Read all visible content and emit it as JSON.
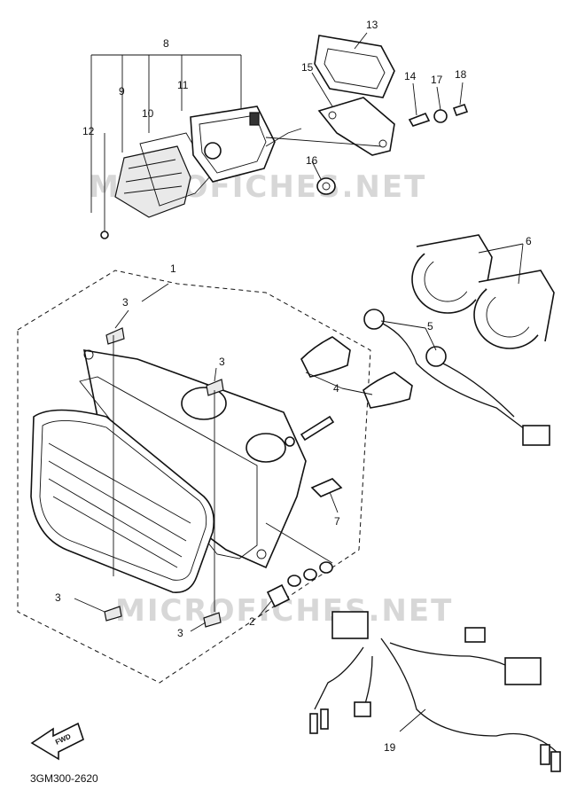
{
  "watermark": "MICROFICHES.NET",
  "diagram_code": "3GM300-2620",
  "find_arrow_label": "FWD",
  "callouts": {
    "c1": "1",
    "c2": "2",
    "c3a": "3",
    "c3b": "3",
    "c3c": "3",
    "c3d": "3",
    "c4": "4",
    "c5": "5",
    "c6": "6",
    "c7": "7",
    "c8": "8",
    "c9": "9",
    "c10": "10",
    "c11": "11",
    "c12": "12",
    "c13": "13",
    "c14": "14",
    "c15": "15",
    "c16": "16",
    "c17": "17",
    "c18": "18",
    "c19": "19"
  }
}
